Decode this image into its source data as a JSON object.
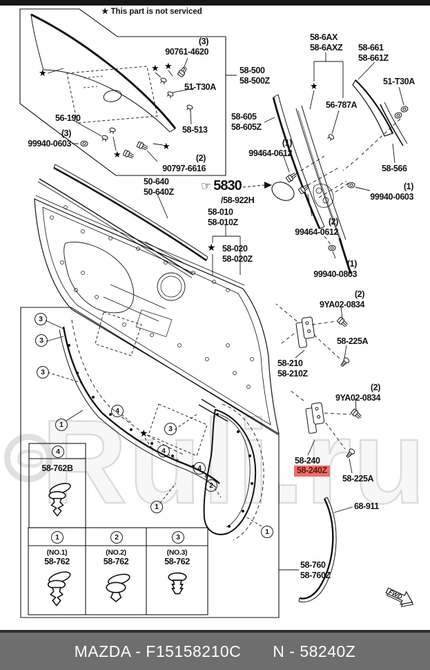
{
  "legend": {
    "star": "★",
    "text": "This part is not serviced"
  },
  "watermark": {
    "text": "Ruli.ru"
  },
  "footer": {
    "brand_code": "MAZDA - F15158210C",
    "part_code": "N - 58240Z"
  },
  "pointer": {
    "hand": "☞",
    "big_number": "5830",
    "sub": "/58-922H"
  },
  "fwd": {
    "label": "FWD"
  },
  "highlight": {
    "bg": "#ee6e66",
    "text_color": "#5f1410"
  },
  "labels": [
    {
      "text": "(3)\n90761-4620"
    },
    {
      "text": "51-T30A"
    },
    {
      "text": "56-190"
    },
    {
      "text": "(3)\n99940-0603"
    },
    {
      "text": "58-513"
    },
    {
      "text": "(2)\n90797-6616"
    },
    {
      "text": "58-500\n58-500Z"
    },
    {
      "text": "58-6AX\n58-6AXZ"
    },
    {
      "text": "58-661\n58-661Z"
    },
    {
      "text": "51-T30A"
    },
    {
      "text": "56-787A"
    },
    {
      "text": "58-605\n58-605Z"
    },
    {
      "text": "(1)\n99464-0612"
    },
    {
      "text": "58-566"
    },
    {
      "text": "(1)\n99940-0603"
    },
    {
      "text": "58-010\n58-010Z"
    },
    {
      "text": "58-020\n58-020Z"
    },
    {
      "text": "(2)\n99464-0612"
    },
    {
      "text": "(1)\n99940-0803"
    },
    {
      "text": "50-640\n50-640Z"
    },
    {
      "text": "(2)\n9YA02-0834"
    },
    {
      "text": "58-225A"
    },
    {
      "text": "58-210\n58-210Z"
    },
    {
      "text": "(2)\n9YA02-0834"
    },
    {
      "text": "58-240"
    },
    {
      "text": "58-240Z"
    },
    {
      "text": "58-225A"
    },
    {
      "text": "68-911"
    },
    {
      "text": "58-760\n58-760Z"
    }
  ],
  "callouts": [
    {
      "n": "3"
    },
    {
      "n": "3"
    },
    {
      "n": "3"
    },
    {
      "n": "1"
    },
    {
      "n": "4"
    },
    {
      "n": "3"
    },
    {
      "n": "4"
    },
    {
      "n": "4"
    },
    {
      "n": "2"
    },
    {
      "n": "1"
    },
    {
      "n": "1"
    }
  ],
  "inset_panel": {
    "header_n": "4",
    "part": "58-762B"
  },
  "clip_table": {
    "columns": [
      {
        "n": "1",
        "note": "(NO.1)",
        "part": "58-762"
      },
      {
        "n": "2",
        "note": "(NO.2)",
        "part": "58-762"
      },
      {
        "n": "3",
        "note": "(NO.3)",
        "part": "58-762"
      }
    ]
  }
}
